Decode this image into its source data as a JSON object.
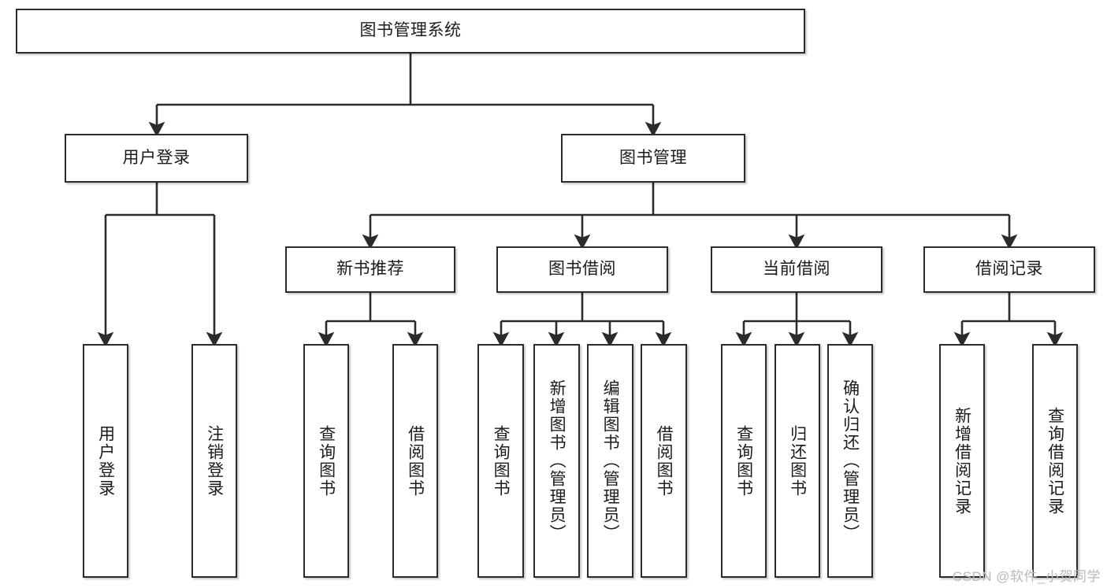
{
  "diagram": {
    "title": "图书管理系统",
    "type": "tree-hierarchy",
    "watermark": "CSDN @软件_小贺同学",
    "colors": {
      "background": "#ffffff",
      "border": "#2b2b2b",
      "text": "#1b1b1b",
      "edge": "#2b2b2b",
      "watermark": "#b9b9b9"
    },
    "nodes": {
      "root": {
        "label": "图书管理系统"
      },
      "level2": [
        {
          "id": "user-login",
          "label": "用户登录"
        },
        {
          "id": "book-management",
          "label": "图书管理"
        }
      ],
      "level3": [
        {
          "id": "new-book-recommend",
          "label": "新书推荐"
        },
        {
          "id": "book-borrow",
          "label": "图书借阅"
        },
        {
          "id": "current-borrow",
          "label": "当前借阅"
        },
        {
          "id": "borrow-record",
          "label": "借阅记录"
        }
      ],
      "leaves": {
        "user-login": [
          {
            "id": "leaf-user-login",
            "label": "用户登录"
          },
          {
            "id": "leaf-logout-login",
            "label": "注销登录"
          }
        ],
        "new-book-recommend": [
          {
            "id": "leaf-query-book-1",
            "label": "查询图书"
          },
          {
            "id": "leaf-borrow-book-1",
            "label": "借阅图书"
          }
        ],
        "book-borrow": [
          {
            "id": "leaf-query-book-2",
            "label": "查询图书"
          },
          {
            "id": "leaf-add-book",
            "label": "新增图书（管理员）"
          },
          {
            "id": "leaf-edit-book",
            "label": "编辑图书（管理员）"
          },
          {
            "id": "leaf-borrow-book-2",
            "label": "借阅图书"
          }
        ],
        "current-borrow": [
          {
            "id": "leaf-query-book-3",
            "label": "查询图书"
          },
          {
            "id": "leaf-return-book",
            "label": "归还图书"
          },
          {
            "id": "leaf-confirm-return",
            "label": "确认归还（管理员）"
          }
        ],
        "borrow-record": [
          {
            "id": "leaf-add-record",
            "label": "新增借阅记录"
          },
          {
            "id": "leaf-query-record",
            "label": "查询借阅记录"
          }
        ]
      }
    }
  }
}
